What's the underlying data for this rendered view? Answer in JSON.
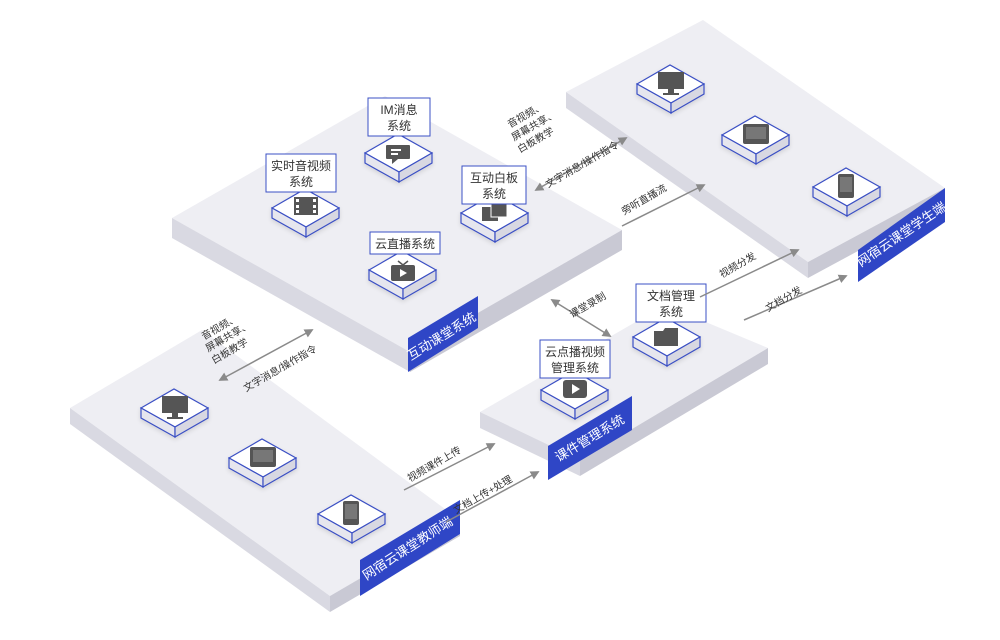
{
  "platforms": {
    "interactive": "互动课堂系统",
    "student": "网宿云课堂学生端",
    "courseware": "课件管理系统",
    "teacher": "网宿云课堂教师端"
  },
  "modules": {
    "im": [
      "IM消息",
      "系统"
    ],
    "realtime_av": [
      "实时音视频",
      "系统"
    ],
    "whiteboard": [
      "互动白板",
      "系统"
    ],
    "live": [
      "云直播系统"
    ],
    "doc_mgmt": [
      "文档管理",
      "系统"
    ],
    "vod": [
      "云点播视频",
      "管理系统"
    ]
  },
  "links": {
    "top_left": [
      "音视频、",
      "屏幕共享、",
      "白板教学"
    ],
    "top_right": "文字消息/操作指令",
    "live_stream": "旁听直播流",
    "left_left": [
      "音视频、",
      "屏幕共享、",
      "白板教学"
    ],
    "left_right": "文字消息/操作指令",
    "recording": "课堂录制",
    "video_dist": "视频分发",
    "doc_dist": "文档分发",
    "video_upload": "视频课件上传",
    "doc_upload": "文档上传+处理"
  },
  "colors": {
    "accent": "#2f46c6",
    "platform_top": "#eeeef3",
    "platform_side": "#d7d7e0",
    "chip_border": "#3b50c4",
    "chip_icon": "#555555",
    "arrow": "#8a8a8a"
  },
  "icons": {
    "teacher": [
      "monitor-icon",
      "tablet-icon",
      "phone-icon"
    ],
    "student": [
      "monitor-icon",
      "tablet-icon",
      "phone-icon"
    ]
  }
}
